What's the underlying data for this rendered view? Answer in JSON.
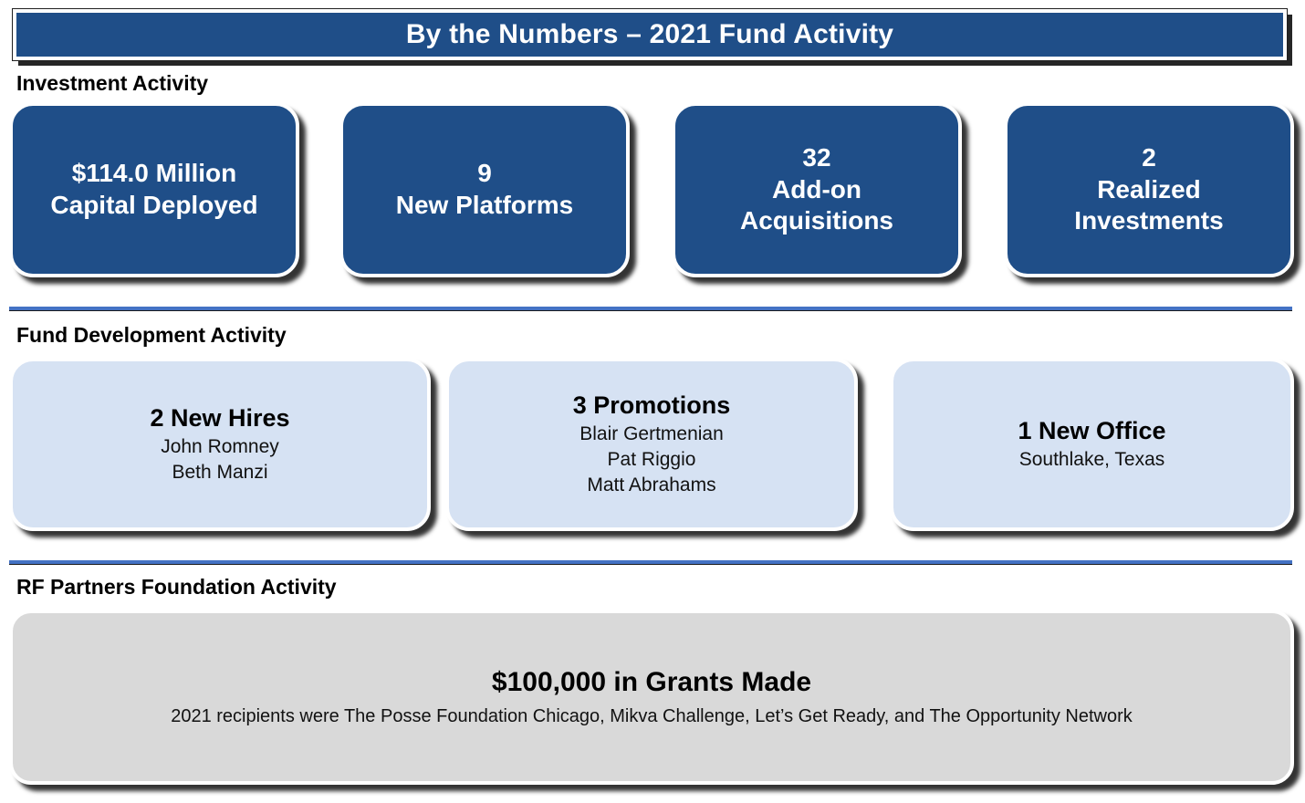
{
  "slide": {
    "title": "By the Numbers – 2021 Fund Activity",
    "background_color": "#FFFFFF",
    "accent_color": "#1F4E88",
    "divider_color": "#4472C4"
  },
  "sections": {
    "investment": {
      "heading": "Investment Activity",
      "cards": [
        {
          "line1": "$114.0 Million",
          "line2": "Capital Deployed"
        },
        {
          "line1": "9",
          "line2": "New Platforms"
        },
        {
          "line1": "32",
          "line2": "Add-on",
          "line3": "Acquisitions"
        },
        {
          "line1": "2",
          "line2": "Realized",
          "line3": "Investments"
        }
      ]
    },
    "fund_development": {
      "heading": "Fund Development Activity",
      "cards": [
        {
          "title": "2 New Hires",
          "items": [
            "John Romney",
            "Beth Manzi"
          ]
        },
        {
          "title": "3 Promotions",
          "items": [
            "Blair Gertmenian",
            "Pat Riggio",
            "Matt Abrahams"
          ]
        },
        {
          "title": "1 New Office",
          "items": [
            "Southlake, Texas"
          ]
        }
      ]
    },
    "foundation": {
      "heading": "RF Partners Foundation Activity",
      "grant_title": "$100,000 in Grants Made",
      "grant_detail": "2021 recipients were The Posse Foundation Chicago, Mikva Challenge, Let’s Get Ready, and The Opportunity Network"
    }
  }
}
